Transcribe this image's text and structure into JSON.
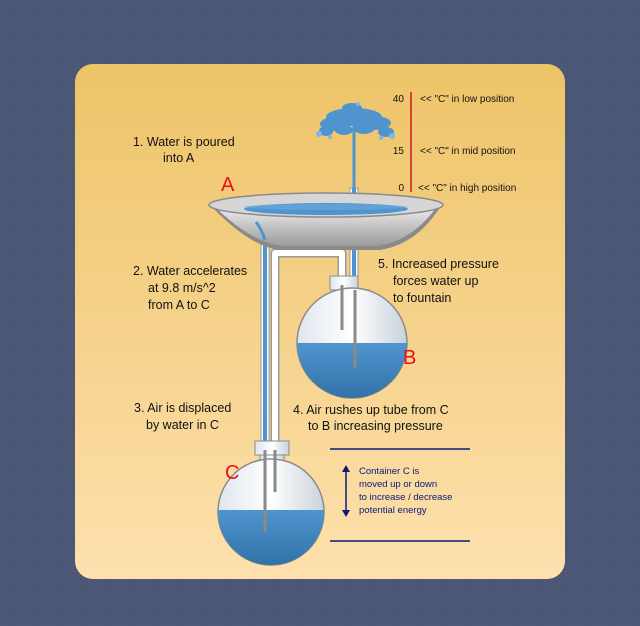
{
  "labels": {
    "container_a": "A",
    "container_b": "B",
    "container_c": "C"
  },
  "steps": {
    "step1_line1": "1. Water is poured",
    "step1_line2": "into A",
    "step2_line1": "2. Water accelerates",
    "step2_line2": "at 9.8 m/s^2",
    "step2_line3": "from A to C",
    "step3_line1": "3. Air is displaced",
    "step3_line2": "by water in C",
    "step4_line1": "4. Air rushes up tube from C",
    "step4_line2": "to B increasing pressure",
    "step5_line1": "5. Increased pressure",
    "step5_line2": "forces water up",
    "step5_line3": "to fountain"
  },
  "height_scale": {
    "tick_40": "40",
    "tick_15": "15",
    "tick_0": "0",
    "note_low": "<< \"C\" in low position",
    "note_mid": "<< \"C\" in mid position",
    "note_high": "<<  \"C\" in high position"
  },
  "container_c_note": {
    "line1": "Container C is",
    "line2": "moved up or down",
    "line3": "to increase / decrease",
    "line4": "potential energy"
  },
  "colors": {
    "panel_top": "#eec468",
    "panel_bottom": "#fde0ad",
    "water": "#3f86c0",
    "label_red": "#e8111b",
    "accent_navy": "#0b1a7a"
  }
}
